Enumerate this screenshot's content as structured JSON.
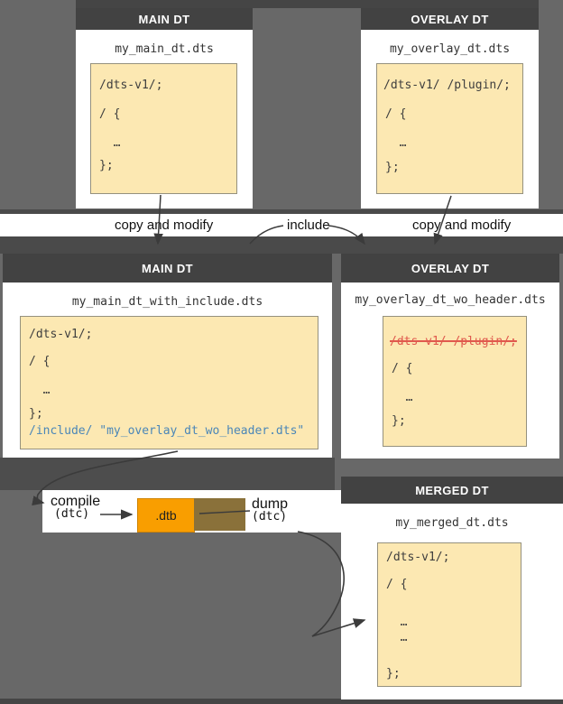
{
  "colors": {
    "background": "#686868",
    "header_bg": "#424242",
    "code_bg": "#fce8b2",
    "include_blue": "#4a86b8",
    "removed_red": "#e0594d",
    "dtb_orange": "#f99e00",
    "binary_brown": "#8a713a"
  },
  "boxes": {
    "main_top": {
      "header": "MAIN DT",
      "filename": "my_main_dt.dts",
      "code": [
        "/dts-v1/;",
        "/ {",
        "  …",
        "};"
      ]
    },
    "overlay_top": {
      "header": "OVERLAY DT",
      "filename": "my_overlay_dt.dts",
      "code": [
        "/dts-v1/ /plugin/;",
        "/ {",
        "  …",
        "};"
      ]
    },
    "main_include": {
      "header": "MAIN DT",
      "filename": "my_main_dt_with_include.dts",
      "code": [
        "/dts-v1/;",
        "/ {",
        "  …",
        "};"
      ],
      "include_line": "/include/ \"my_overlay_dt_wo_header.dts\""
    },
    "overlay_wo_header": {
      "header": "OVERLAY DT",
      "filename": "my_overlay_dt_wo_header.dts",
      "removed_line": "/dts-v1/ /plugin/;",
      "code": [
        "/ {",
        "  …",
        "};"
      ]
    },
    "merged": {
      "header": "MERGED DT",
      "filename": "my_merged_dt.dts",
      "code": [
        "/dts-v1/;",
        "/ {",
        "  …",
        "  …",
        "};"
      ]
    }
  },
  "labels": {
    "copy_modify_left": "copy and modify",
    "include": "include",
    "copy_modify_right": "copy and modify",
    "compile": "compile",
    "compile_tool": "(dtc)",
    "dtb": ".dtb",
    "dump": "dump",
    "dump_tool": "(dtc)"
  }
}
